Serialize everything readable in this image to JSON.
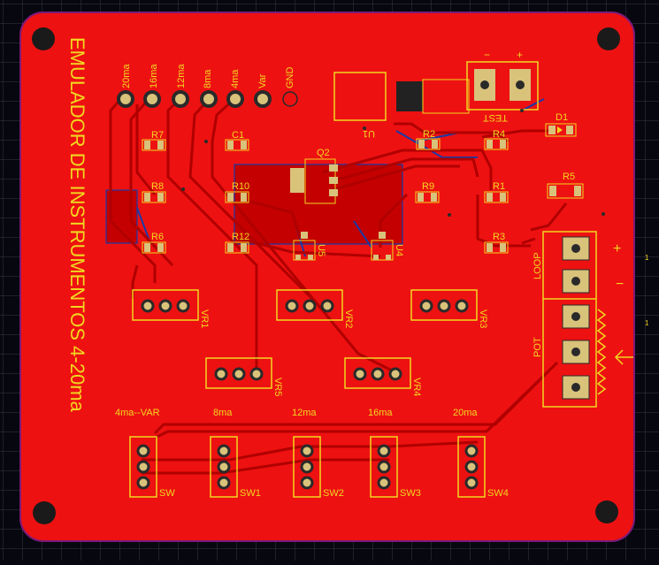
{
  "colors": {
    "background": "#07070f",
    "grid": "#3a3a4a",
    "board": "#ee1111",
    "board_edge": "#7a1a7a",
    "trace": "#cc0000",
    "bottom_trace": "#1a3aa8",
    "silk": "#f0d820",
    "pad": "#d9c27a",
    "hole": "#2a2a2a",
    "mount_hole": "#1a1a1a"
  },
  "board": {
    "title": "EMULADOR DE INSTRUMENTOS 4-20ma"
  },
  "header_pins": [
    "20ma",
    "16ma",
    "12ma",
    "8ma",
    "4ma",
    "Var",
    "GND"
  ],
  "components": {
    "u1": "U1",
    "test": "TEST",
    "test_minus": "−",
    "test_plus": "+",
    "d1": "D1",
    "q2": "Q2",
    "c1": "C1",
    "r1": "R1",
    "r2": "R2",
    "r3": "R3",
    "r4": "R4",
    "r5": "R5",
    "r6": "R6",
    "r7": "R7",
    "r8": "R8",
    "r9": "R9",
    "r10": "R10",
    "r12": "R12",
    "u4": "U4",
    "u5": "U5",
    "vr1": "VR1",
    "vr2": "VR2",
    "vr3": "VR3",
    "vr4": "VR4",
    "vr5": "VR5"
  },
  "connector": {
    "loop_label": "LOOP",
    "pot_label": "POT",
    "plus": "+",
    "minus": "−",
    "pin1_top": "1",
    "pin1_bottom": "1"
  },
  "switch_labels": [
    "4ma--VAR",
    "8ma",
    "12ma",
    "16ma",
    "20ma"
  ],
  "switch_names": [
    "SW",
    "SW1",
    "SW2",
    "SW3",
    "SW4"
  ]
}
